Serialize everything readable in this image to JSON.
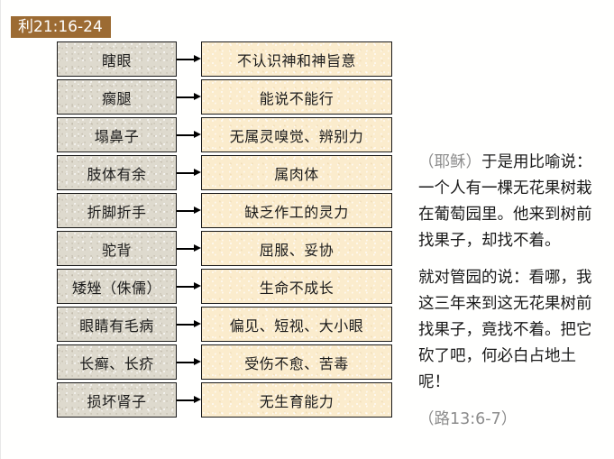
{
  "header": {
    "reference_tag": "利21:16-24",
    "tag_background": "#9c6b33",
    "tag_color": "#ffffff"
  },
  "colors": {
    "cause_box_fill": "#dedace",
    "effect_box_fill": "#fbeccd",
    "box_border": "#1b1b1b",
    "body_text": "#1a1a1a",
    "muted_text": "#8c8c8c",
    "page_background": "#ffffff"
  },
  "diagram": {
    "type": "two-column-mapping",
    "arrow_glyph": "→",
    "rows": [
      {
        "cause": "瞎眼",
        "effect": "不认识神和神旨意"
      },
      {
        "cause": "瘸腿",
        "effect": "能说不能行"
      },
      {
        "cause": "塌鼻子",
        "effect": "无属灵嗅觉、辨别力"
      },
      {
        "cause": "肢体有余",
        "effect": "属肉体"
      },
      {
        "cause": "折脚折手",
        "effect": "缺乏作工的灵力"
      },
      {
        "cause": "驼背",
        "effect": "屈服、妥协"
      },
      {
        "cause": "矮矬（侏儒）",
        "effect": "生命不成长"
      },
      {
        "cause": "眼睛有毛病",
        "effect": "偏见、短视、大小眼"
      },
      {
        "cause": "长癣、长疥",
        "effect": "受伤不愈、苦毒"
      },
      {
        "cause": "损坏肾子",
        "effect": "无生育能力"
      }
    ]
  },
  "scripture": {
    "speaker": "（耶稣）",
    "paragraph_1_rest": "于是用比喻说：一个人有一棵无花果树栽在葡萄园里。他来到树前找果子，却找不着。",
    "paragraph_2": "就对管园的说：看哪，我这三年来到这无花果树前找果子，竟找不着。把它砍了吧，何必白占地土呢！",
    "citation": "（路13:6-7）"
  }
}
